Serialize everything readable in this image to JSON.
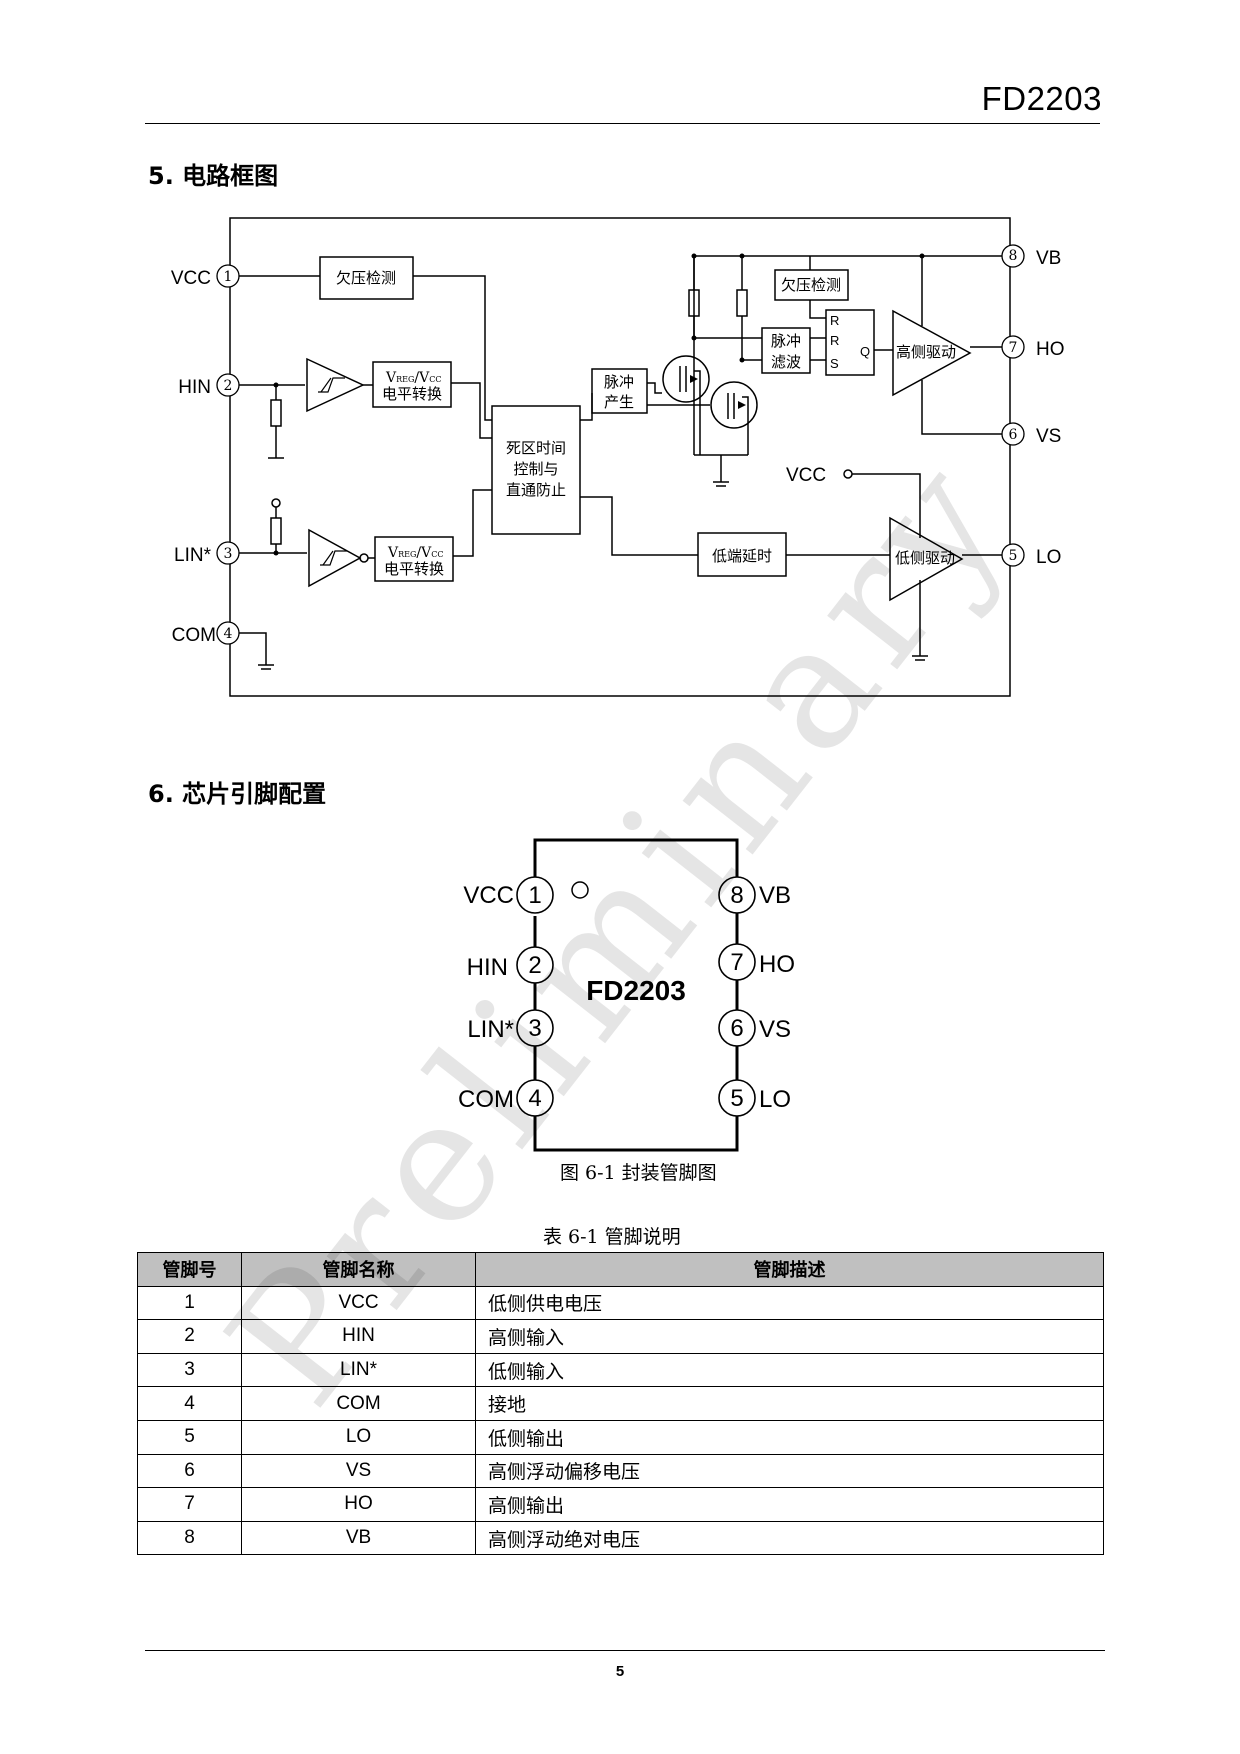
{
  "header": {
    "title": "FD2203"
  },
  "sections": {
    "block_diagram": "5.  电路框图",
    "pin_config": "6.  芯片引脚配置"
  },
  "block_diagram": {
    "pins": [
      {
        "num": "1",
        "name": "VCC"
      },
      {
        "num": "2",
        "name": "HIN"
      },
      {
        "num": "3",
        "name": "LIN*"
      },
      {
        "num": "4",
        "name": "COM"
      },
      {
        "num": "5",
        "name": "LO"
      },
      {
        "num": "6",
        "name": "VS"
      },
      {
        "num": "7",
        "name": "HO"
      },
      {
        "num": "8",
        "name": "VB"
      }
    ],
    "blocks": {
      "uvlo_low": "欠压检测",
      "uvlo_high": "欠压检测",
      "level_shift_vreg": "V",
      "level_shift_reg_sub": "REG",
      "level_shift_vcc": "/V",
      "level_shift_cc_sub": "CC",
      "level_shift_label": "电平转换",
      "deadtime_line1": "死区时间",
      "deadtime_line2": "控制与",
      "deadtime_line3": "直通防止",
      "pulse_gen_line1": "脉冲",
      "pulse_gen_line2": "产生",
      "pulse_filter_line1": "脉冲",
      "pulse_filter_line2": "滤波",
      "latch_r1": "R",
      "latch_r2": "R",
      "latch_s": "S",
      "latch_q": "Q",
      "high_driver": "高侧驱动",
      "low_driver": "低侧驱动",
      "low_delay": "低端延时",
      "vcc_internal": "VCC"
    }
  },
  "package": {
    "chip_name": "FD2203",
    "left_pins": [
      {
        "num": "1",
        "name": "VCC"
      },
      {
        "num": "2",
        "name": "HIN"
      },
      {
        "num": "3",
        "name": "LIN*"
      },
      {
        "num": "4",
        "name": "COM"
      }
    ],
    "right_pins": [
      {
        "num": "8",
        "name": "VB"
      },
      {
        "num": "7",
        "name": "HO"
      },
      {
        "num": "6",
        "name": "VS"
      },
      {
        "num": "5",
        "name": "LO"
      }
    ],
    "figure_caption": "图 6-1  封装管脚图"
  },
  "pin_table": {
    "caption": "表 6-1  管脚说明",
    "headers": [
      "管脚号",
      "管脚名称",
      "管脚描述"
    ],
    "rows": [
      {
        "num": "1",
        "name": "VCC",
        "desc": "低侧供电电压"
      },
      {
        "num": "2",
        "name": "HIN",
        "desc": "高侧输入"
      },
      {
        "num": "3",
        "name": "LIN*",
        "desc": "低侧输入"
      },
      {
        "num": "4",
        "name": "COM",
        "desc": "接地"
      },
      {
        "num": "5",
        "name": "LO",
        "desc": "低侧输出"
      },
      {
        "num": "6",
        "name": "VS",
        "desc": "高侧浮动偏移电压"
      },
      {
        "num": "7",
        "name": "HO",
        "desc": "高侧输出"
      },
      {
        "num": "8",
        "name": "VB",
        "desc": "高侧浮动绝对电压"
      }
    ]
  },
  "watermark": "Preliminary",
  "footer": {
    "page_number": "5"
  }
}
